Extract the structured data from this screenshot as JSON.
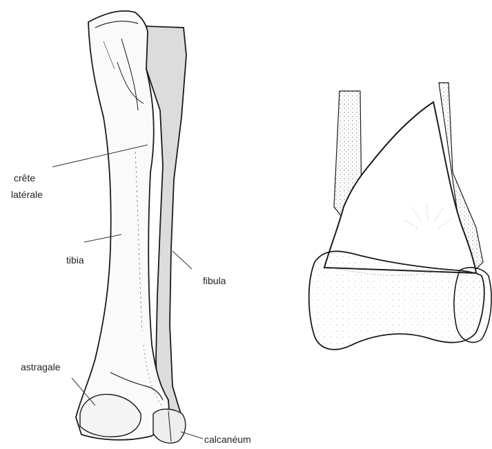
{
  "labels": {
    "crete_line1": "crête",
    "crete_line2": "latérale",
    "tibia": "tibia",
    "fibula": "fibula",
    "astragale": "astragale",
    "calcaneum": "calcanéum"
  },
  "colors": {
    "ink": "#1a1a1a",
    "fibula_fill": "#dcdcdc",
    "bone_fill": "#fafafa",
    "leader": "#333333"
  }
}
